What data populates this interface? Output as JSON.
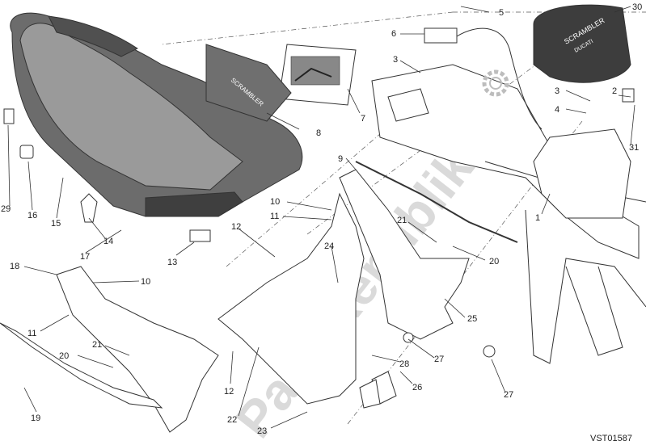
{
  "watermark": "PartsRepublik",
  "diagram_code": "VST01587",
  "manual_label": "SCRAMBLER",
  "manual_label2": "DUCATI",
  "callouts": [
    "1",
    "2",
    "3",
    "3",
    "4",
    "5",
    "6",
    "7",
    "8",
    "9",
    "10",
    "10",
    "11",
    "11",
    "12",
    "12",
    "13",
    "14",
    "15",
    "16",
    "17",
    "18",
    "19",
    "20",
    "20",
    "21",
    "21",
    "22",
    "23",
    "24",
    "25",
    "26",
    "27",
    "27",
    "28",
    "29",
    "30",
    "31"
  ]
}
